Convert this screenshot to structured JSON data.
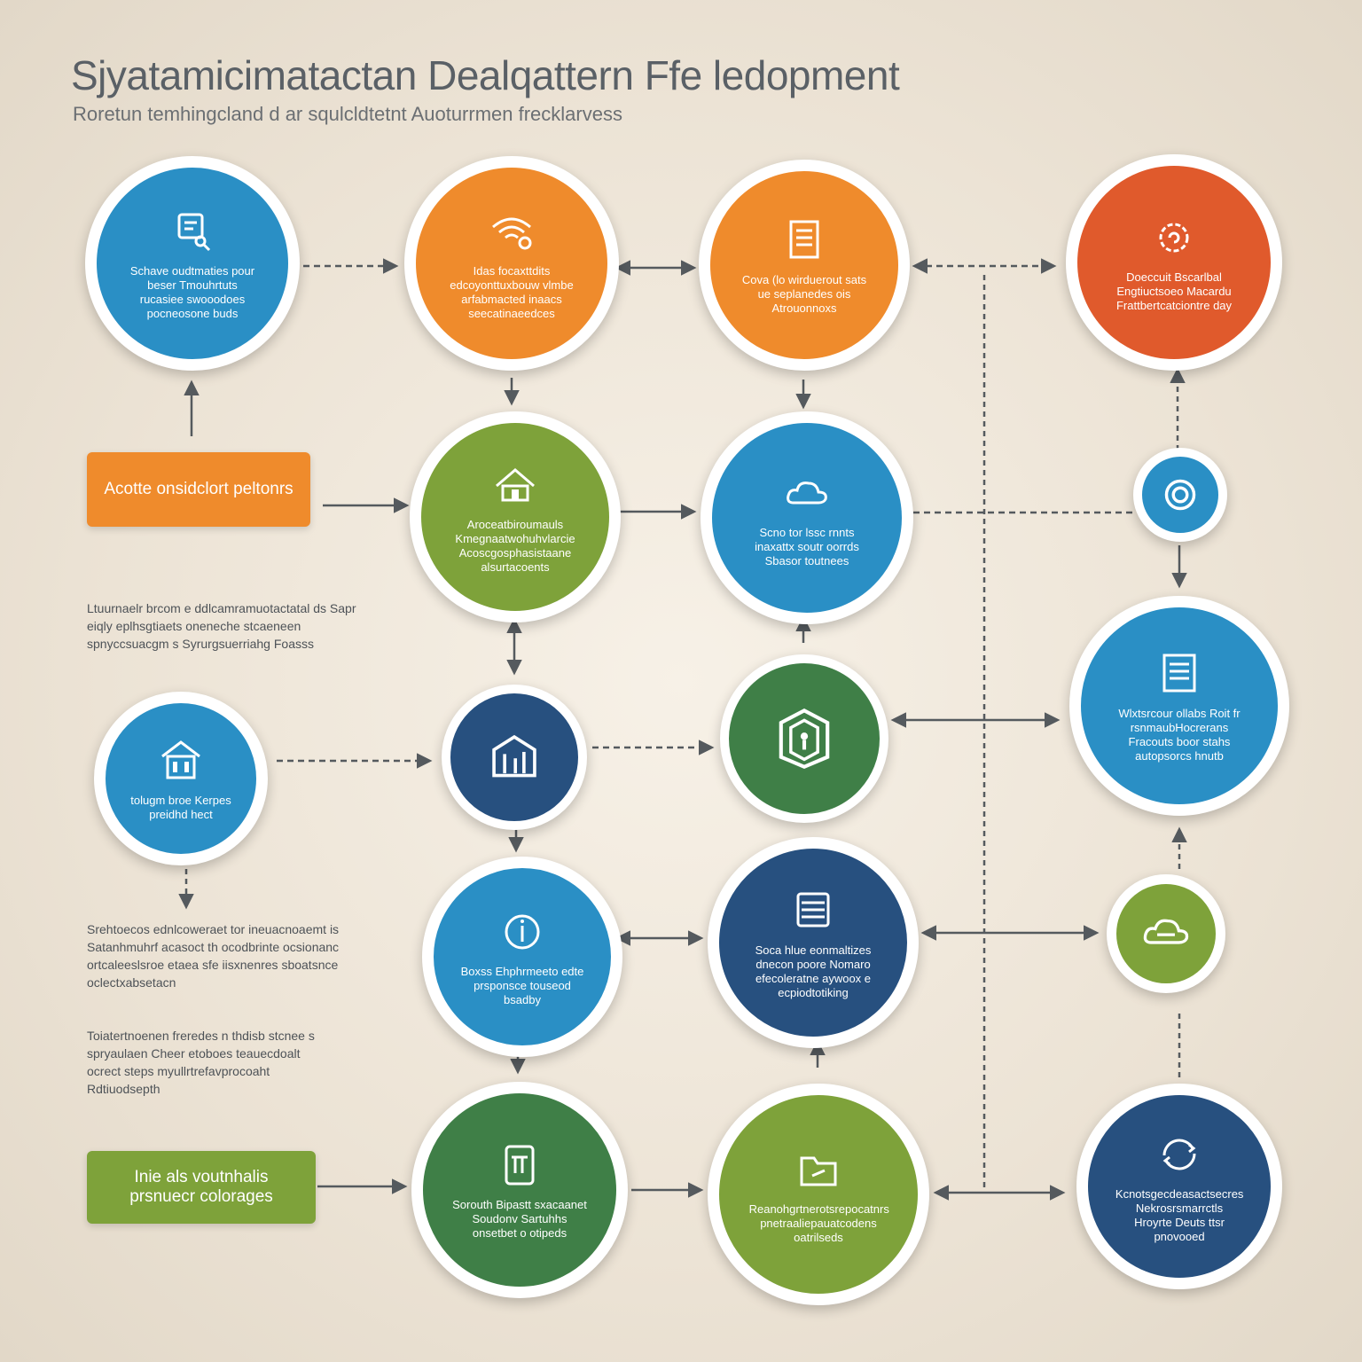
{
  "header": {
    "title": "Sjyatamicimatactan Dealqattern Ffe ledopment",
    "subtitle": "Roretun temhingcland d ar squlcldtetnt Auoturrmen frecklarvess"
  },
  "nodes": [
    {
      "id": "n1",
      "icon": "search-document-icon",
      "color": "#2a8fc5",
      "label": "Schave oudtmaties pour beser Tmouhrtuts rucasiee swooodoes pocneosone buds"
    },
    {
      "id": "n2",
      "icon": "wifi-hand-icon",
      "color": "#ef8b2c",
      "label": "Idas focaxttdits edcoyonttuxbouw vlmbe arfabmacted inaacs seecatinaeedces"
    },
    {
      "id": "n3",
      "icon": "document-icon",
      "color": "#ef8b2c",
      "label": "Cova (lo wirduerout sats ue seplanedes ois Atrouonnoxs"
    },
    {
      "id": "n4",
      "icon": "spiral-gear-icon",
      "color": "#e05a2c",
      "label": "Doeccuit Bscarlbal Engtiuctsoeo Macardu Frattbertcatciontre day"
    },
    {
      "id": "n5",
      "icon": "home-icon",
      "color": "#7ea23a",
      "label": "Aroceatbiroumauls Kmegnaatwohuhvlarcie Acoscgosphasistaane alsurtacoents"
    },
    {
      "id": "n6",
      "icon": "cloud-icon",
      "color": "#2a8fc5",
      "label": "Scno tor lssc rnnts inaxattx soutr oorrds Sbasor toutnees"
    },
    {
      "id": "n7",
      "icon": "target-icon",
      "color": "#2a8fc5",
      "label": ""
    },
    {
      "id": "n8",
      "icon": "building-icon",
      "color": "#2a8fc5",
      "label": "tolugm broe Kerpes preidhd hect"
    },
    {
      "id": "n9",
      "icon": "pi-chart-icon",
      "color": "#27507f",
      "label": ""
    },
    {
      "id": "n10",
      "icon": "shield-lock-icon",
      "color": "#3f7f47",
      "label": ""
    },
    {
      "id": "n11",
      "icon": "list-document-icon",
      "color": "#2a8fc5",
      "label": "Wlxtsrcour ollabs Roit fr rsnmaubHocrerans Fracouts boor stahs autopsorcs hnutb"
    },
    {
      "id": "n12",
      "icon": "info-icon",
      "color": "#2a8fc5",
      "label": "Boxss Ehphrmeeto edte prsponsce touseod bsadby"
    },
    {
      "id": "n13",
      "icon": "list-icon",
      "color": "#27507f",
      "label": "Soca hlue eonmaltizes dnecon poore Nomaro efecoleratne aywoox e ecpiodtotiking"
    },
    {
      "id": "n14",
      "icon": "cloud-tag-icon",
      "color": "#7ea23a",
      "label": ""
    },
    {
      "id": "n15",
      "icon": "tablet-icon",
      "color": "#3f7f47",
      "label": "Sorouth Bipastt sxacaanet Soudonv Sartuhhs onsetbet o otipeds"
    },
    {
      "id": "n16",
      "icon": "folder-icon",
      "color": "#7ea23a",
      "label": "Reanohgrtnerotsrepocatnrs pnetraaliepauatcodens oatrilseds"
    },
    {
      "id": "n17",
      "icon": "refresh-eco-icon",
      "color": "#27507f",
      "label": "Kcnotsgecdeasactsecres Nekrosrsmarrctls Hroyrte Deuts ttsr pnovooed"
    }
  ],
  "boxes": [
    {
      "id": "b1",
      "color": "#ef8b2c",
      "label": "Acotte onsidclort peltonrs"
    },
    {
      "id": "b2",
      "color": "#7ea23a",
      "label": "Inie als voutnhalis prsnuecr colorages"
    }
  ],
  "notes": [
    {
      "id": "t1",
      "text": "Ltuurnaelr brcom e ddlcamramuotactatal ds Sapr eiqly eplhsgtiaets oneneche stcaeneen spnyccsuacgm s Syrurgsuerriahg Foasss"
    },
    {
      "id": "t2",
      "text": "Srehtoecos ednlcoweraet tor ineuacnoaemt is Satanhmuhrf acasoct th ocodbrinte ocsionanc ortcaleeslsroe etaea sfe iisxnenres sboatsnce oclectxabsetacn"
    },
    {
      "id": "t3",
      "text": "Toiatertnoenen freredes n thdisb stcnee s spryaulaen Cheer etoboes teauecdoalt ocrect steps myullrtrefavprocoaht Rdtiuodsepth"
    }
  ]
}
